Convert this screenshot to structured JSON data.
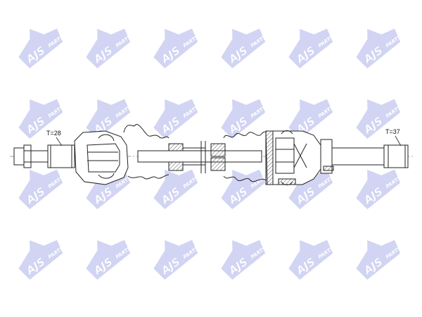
{
  "diagram": {
    "left_spline_label": "T=28",
    "right_spline_label": "T=37"
  },
  "watermark": {
    "brand": "AJS",
    "suffix": "PARTS",
    "logo_color": "#c9cdf0",
    "logo_text_color": "#ffffff"
  },
  "colors": {
    "line": "#222222",
    "hatch": "#555555"
  }
}
